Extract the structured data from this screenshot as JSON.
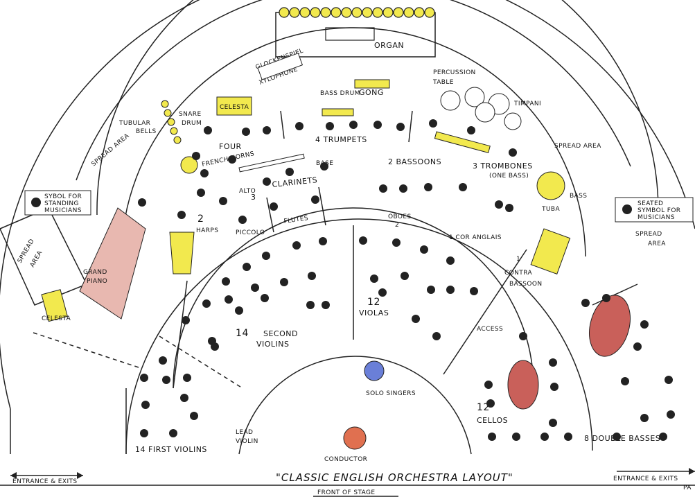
{
  "title": "\"CLASSIC ENGLISH ORCHESTRA LAYOUT\"",
  "front_of_stage": "FRONT OF STAGE",
  "exits": {
    "left": "ENTRANCE & EXITS",
    "right": "ENTRANCE & EXITS",
    "right_cut": "PA"
  },
  "organ": "ORGAN",
  "percussion": {
    "glockenspiel": "GLOCKENSPIEL",
    "xylophone": "XYLOPHONE",
    "bass_drum": "BASS DRUM",
    "gong": "GONG",
    "percussion_table_1": "PERCUSSION",
    "percussion_table_2": "TABLE",
    "timpani": "TIMPANI",
    "celesta": "CELESTA",
    "snare_drum_1": "SNARE",
    "snare_drum_2": "DRUM",
    "tubular_bells_1": "TUBULAR",
    "tubular_bells_2": "BELLS"
  },
  "spread_area": "SPREAD AREA",
  "spread_area_split": [
    "SPREAD",
    "AREA"
  ],
  "brass": {
    "trumpets": "4 TRUMPETS",
    "trombones_1": "3 TROMBONES",
    "trombones_2": "(ONE BASS)",
    "tuba": "TUBA",
    "bass_tag": "BASS",
    "horns_1": "FOUR",
    "horns_2": "FRENCH HORNS"
  },
  "woodwinds": {
    "bassoons": "2 BASSOONS",
    "clarinets_num": "3",
    "clarinets": "CLARINETS",
    "alto": "ALTO",
    "base": "BASE",
    "flutes": "FLUTES",
    "piccolo": "PICCOLO",
    "oboes": "OBOES",
    "oboes_num": "2",
    "cor_anglais": "1 COR ANGLAIS",
    "contra_1": "1",
    "contra_2": "CONTRA",
    "contra_3": "BASSOON"
  },
  "strings": {
    "harps_num": "2",
    "harps": "HARPS",
    "grand_1": "GRAND",
    "grand_2": "PIANO",
    "celesta_left": "CELESTA",
    "second_violins_1": "14",
    "second_violins_2": "SECOND",
    "second_violins_3": "VIOLINS",
    "violas_1": "12",
    "violas_2": "VIOLAS",
    "first_violins": "14 FIRST VIOLINS",
    "lead_violin_1": "LEAD",
    "lead_violin_2": "VIOLIN",
    "cellos_1": "12",
    "cellos_2": "CELLOS",
    "double_basses": "8 DOUBLE BASSES"
  },
  "access": "ACCESS",
  "solo_singers": "SOLO SINGERS",
  "conductor": "CONDUCTOR",
  "legend": {
    "standing_1": "SYBOL FOR",
    "standing_2": "STANDING",
    "standing_3": "MUSICIANS",
    "seated_1": "SEATED",
    "seated_2": "SYMBOL FOR",
    "seated_3": "MUSICIANS"
  },
  "colors": {
    "yellow": "#f2e94e",
    "piano_pink": "#e8b8b0",
    "wood": "#c9605a",
    "singer_blue": "#6a7fd8",
    "conductor_red": "#e07050"
  }
}
